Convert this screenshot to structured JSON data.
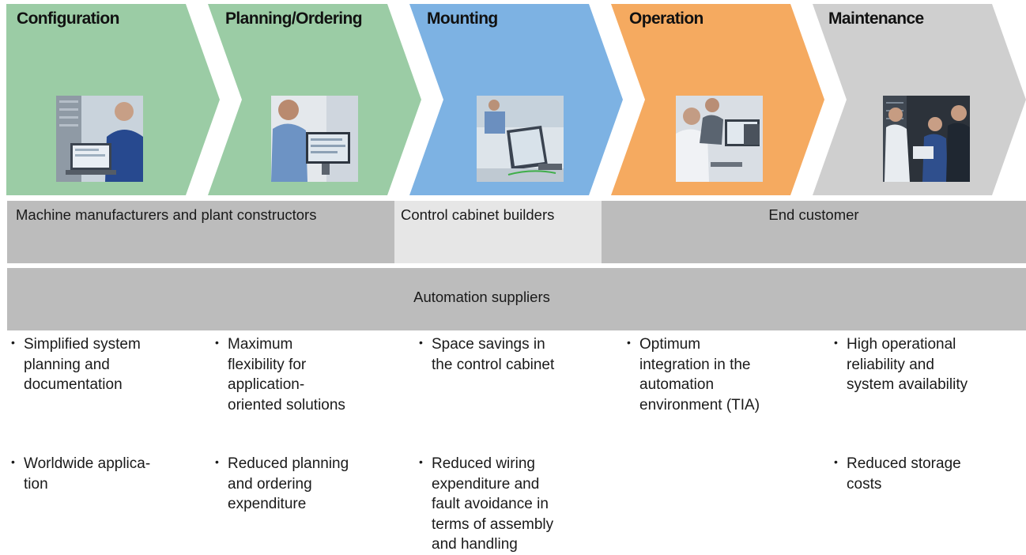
{
  "phases": [
    {
      "label": "Configuration",
      "color": "#9bcca5",
      "photo": "engineer-at-laptop-photo"
    },
    {
      "label": "Planning/Ordering",
      "color": "#9bcca5",
      "photo": "engineer-at-monitor-photo"
    },
    {
      "label": "Mounting",
      "color": "#7db2e3",
      "photo": "control-panel-photo"
    },
    {
      "label": "Operation",
      "color": "#f5aa60",
      "photo": "operators-at-screens-photo"
    },
    {
      "label": "Maintenance",
      "color": "#cfcfcf",
      "photo": "team-in-server-room-photo"
    }
  ],
  "roles": {
    "manufacturers": "Machine manufacturers and plant constructors",
    "cabinet_builders": "Control cabinet builders",
    "end_customer": "End customer",
    "suppliers": "Automation suppliers"
  },
  "colors": {
    "band_dark": "#bcbcbc",
    "band_light": "#e6e6e6"
  },
  "benefits": [
    [
      "Simplified system\nplanning and\ndocumentation",
      "Worldwide applica-\ntion"
    ],
    [
      "Maximum\nflexibility for\napplication-\noriented solutions",
      "Reduced planning\nand ordering\nexpenditure"
    ],
    [
      "Space savings in\nthe control cabinet",
      "Reduced wiring\nexpenditure and\nfault avoidance in\nterms of assembly\nand handling"
    ],
    [
      "Optimum\nintegration in the\nautomation\nenvironment (TIA)"
    ],
    [
      "High operational\nreliability and\nsystem availability",
      "Reduced storage\ncosts"
    ]
  ]
}
